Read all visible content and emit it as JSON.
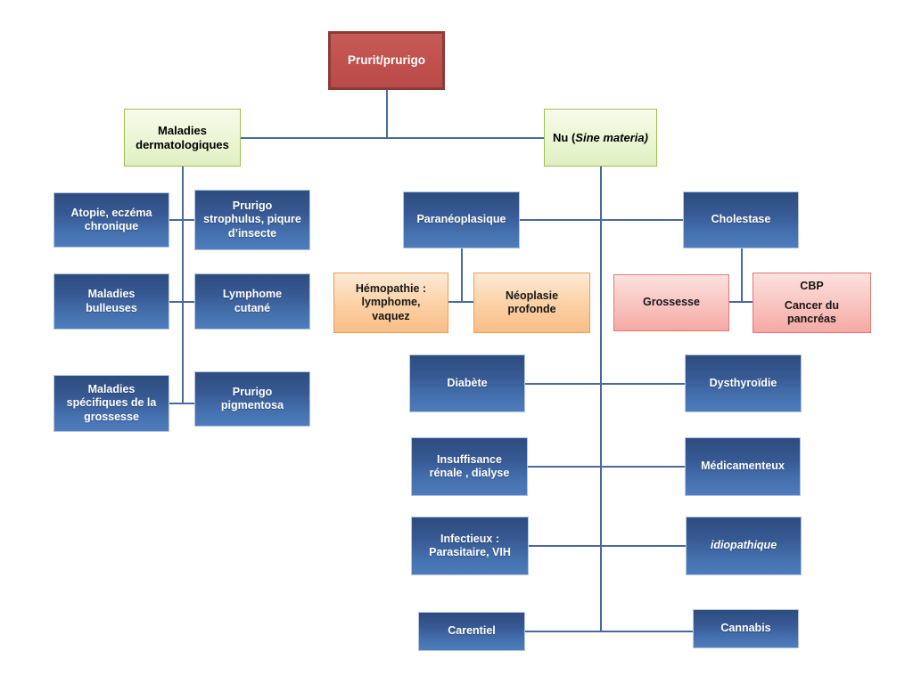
{
  "diagram": {
    "title": "Prurit/prurigo",
    "colors": {
      "root_fill": "#C0504D",
      "root_border": "#8E3A37",
      "green_fill_top": "#F7FBEA",
      "green_fill_bottom": "#DFF0C2",
      "green_border": "#9DC14F",
      "blue_fill_top": "#2D4C7F",
      "blue_fill_bottom": "#4E7CBC",
      "blue_border": "#B3C7E2",
      "orange_fill_top": "#FDEAD6",
      "orange_fill_bottom": "#F9BD88",
      "orange_border": "#EB9E52",
      "pink_fill_top": "#FCE1DE",
      "pink_fill_bottom": "#F5A9A4",
      "pink_border": "#DE7A76",
      "connector": "#4A6A99"
    },
    "nodes": {
      "root": {
        "label": "Prurit/prurigo"
      },
      "derm": {
        "label": "Maladies\ndermatologiques"
      },
      "nu": {
        "prefix": "Nu (",
        "italic": "Sine materia",
        "suffix": ")"
      },
      "atopie": {
        "label": "Atopie, eczéma\nchronique"
      },
      "strophulus": {
        "label": "Prurigo\nstrophulus, piqure\nd’insecte"
      },
      "bulleuses": {
        "label": "Maladies\nbulleuses"
      },
      "lymphome": {
        "label": "Lymphome\ncutané"
      },
      "grossesse_spec": {
        "label": "Maladies\nspécifiques de la\ngrossesse"
      },
      "pigmentosa": {
        "label": "Prurigo\npigmentosa"
      },
      "paraneo": {
        "label": "Paranéoplasique"
      },
      "hemopathie": {
        "label": "Hémopathie :\nlymphome,\nvaquez"
      },
      "neoplasie": {
        "label": "Néoplasie\nprofonde"
      },
      "cholestase": {
        "label": "Cholestase"
      },
      "grossesse": {
        "label": "Grossesse"
      },
      "cbp": {
        "line1": "CBP",
        "line2": "Cancer du\npancréas"
      },
      "diabete": {
        "label": "Diabète"
      },
      "dysthyroidie": {
        "label": "Dysthyroïdie"
      },
      "insuffisance": {
        "label": "Insuffisance\nrénale , dialyse"
      },
      "medicamenteux": {
        "label": "Médicamenteux"
      },
      "infectieux": {
        "label": "Infectieux :\nParasitaire, VIH"
      },
      "idiopathique": {
        "label": "idiopathique"
      },
      "carentiel": {
        "label": "Carentiel"
      },
      "cannabis": {
        "label": "Cannabis"
      }
    }
  }
}
